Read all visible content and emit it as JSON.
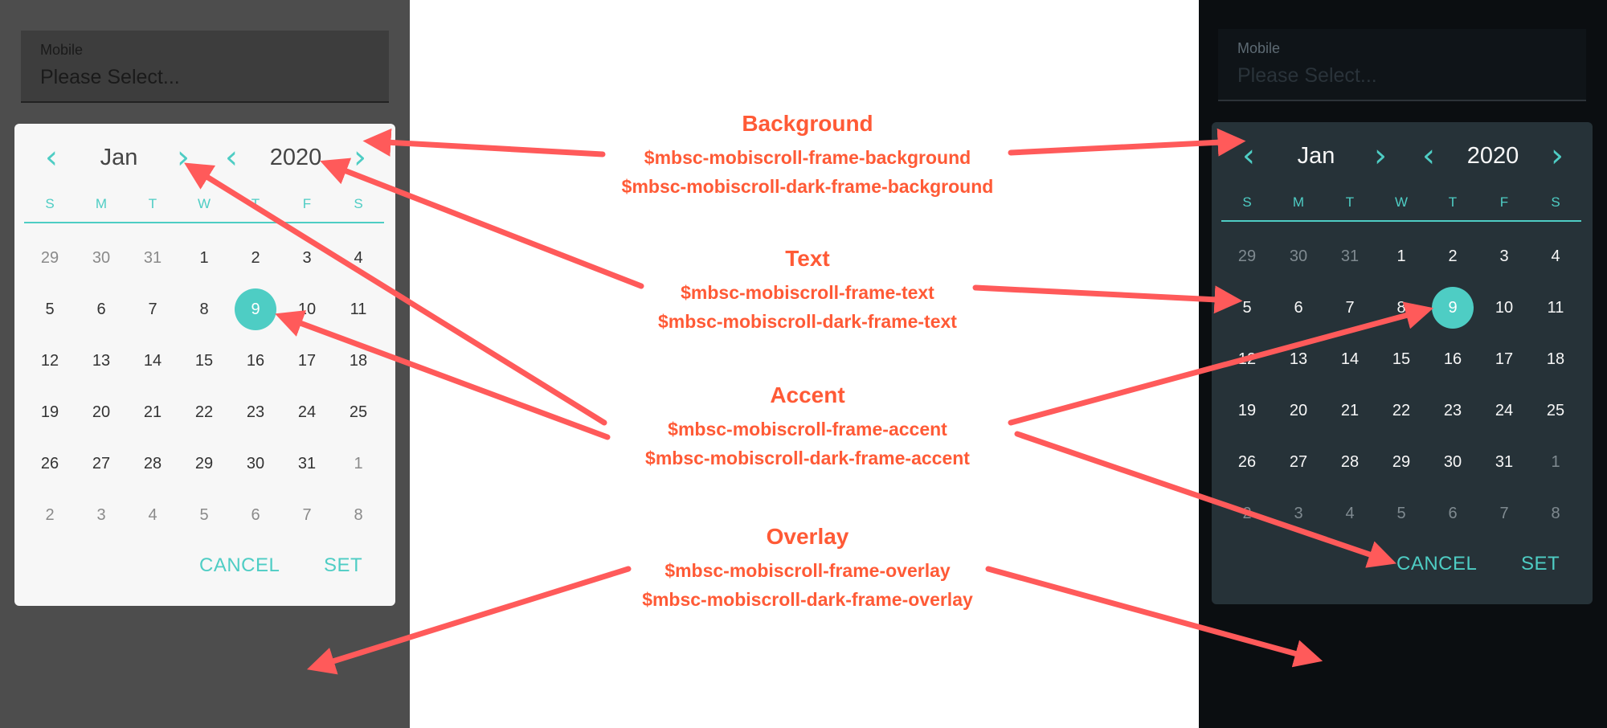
{
  "light": {
    "field_label": "Mobile",
    "field_value": "Please Select...",
    "month": "Jan",
    "year": "2020",
    "weekdays": [
      "S",
      "M",
      "T",
      "W",
      "T",
      "F",
      "S"
    ],
    "weeks": [
      [
        "29",
        "30",
        "31",
        "1",
        "2",
        "3",
        "4"
      ],
      [
        "5",
        "6",
        "7",
        "8",
        "9",
        "10",
        "11"
      ],
      [
        "12",
        "13",
        "14",
        "15",
        "16",
        "17",
        "18"
      ],
      [
        "19",
        "20",
        "21",
        "22",
        "23",
        "24",
        "25"
      ],
      [
        "26",
        "27",
        "28",
        "29",
        "30",
        "31",
        "1"
      ],
      [
        "2",
        "3",
        "4",
        "5",
        "6",
        "7",
        "8"
      ]
    ],
    "cancel": "CANCEL",
    "set": "SET"
  },
  "dark": {
    "field_label": "Mobile",
    "field_value": "Please Select...",
    "month": "Jan",
    "year": "2020",
    "weekdays": [
      "S",
      "M",
      "T",
      "W",
      "T",
      "F",
      "S"
    ],
    "weeks": [
      [
        "29",
        "30",
        "31",
        "1",
        "2",
        "3",
        "4"
      ],
      [
        "5",
        "6",
        "7",
        "8",
        "9",
        "10",
        "11"
      ],
      [
        "12",
        "13",
        "14",
        "15",
        "16",
        "17",
        "18"
      ],
      [
        "19",
        "20",
        "21",
        "22",
        "23",
        "24",
        "25"
      ],
      [
        "26",
        "27",
        "28",
        "29",
        "30",
        "31",
        "1"
      ],
      [
        "2",
        "3",
        "4",
        "5",
        "6",
        "7",
        "8"
      ]
    ],
    "cancel": "CANCEL",
    "set": "SET"
  },
  "selected_day": "9",
  "icons": {
    "prev": "chevron-left-icon",
    "next": "chevron-right-icon"
  },
  "colors": {
    "accent": "#4ecdc4",
    "annotation": "#ff5a36",
    "light_overlay": "#4d4d4d",
    "dark_overlay": "#0b0e11",
    "light_frame": "#f7f7f7",
    "dark_frame": "#263238"
  },
  "annotations": {
    "background": {
      "title": "Background",
      "line1": "$mbsc-mobiscroll-frame-background",
      "line2": "$mbsc-mobiscroll-dark-frame-background"
    },
    "text": {
      "title": "Text",
      "line1": "$mbsc-mobiscroll-frame-text",
      "line2": "$mbsc-mobiscroll-dark-frame-text"
    },
    "accent": {
      "title": "Accent",
      "line1": "$mbsc-mobiscroll-frame-accent",
      "line2": "$mbsc-mobiscroll-dark-frame-accent"
    },
    "overlay": {
      "title": "Overlay",
      "line1": "$mbsc-mobiscroll-frame-overlay",
      "line2": "$mbsc-mobiscroll-dark-frame-overlay"
    }
  }
}
